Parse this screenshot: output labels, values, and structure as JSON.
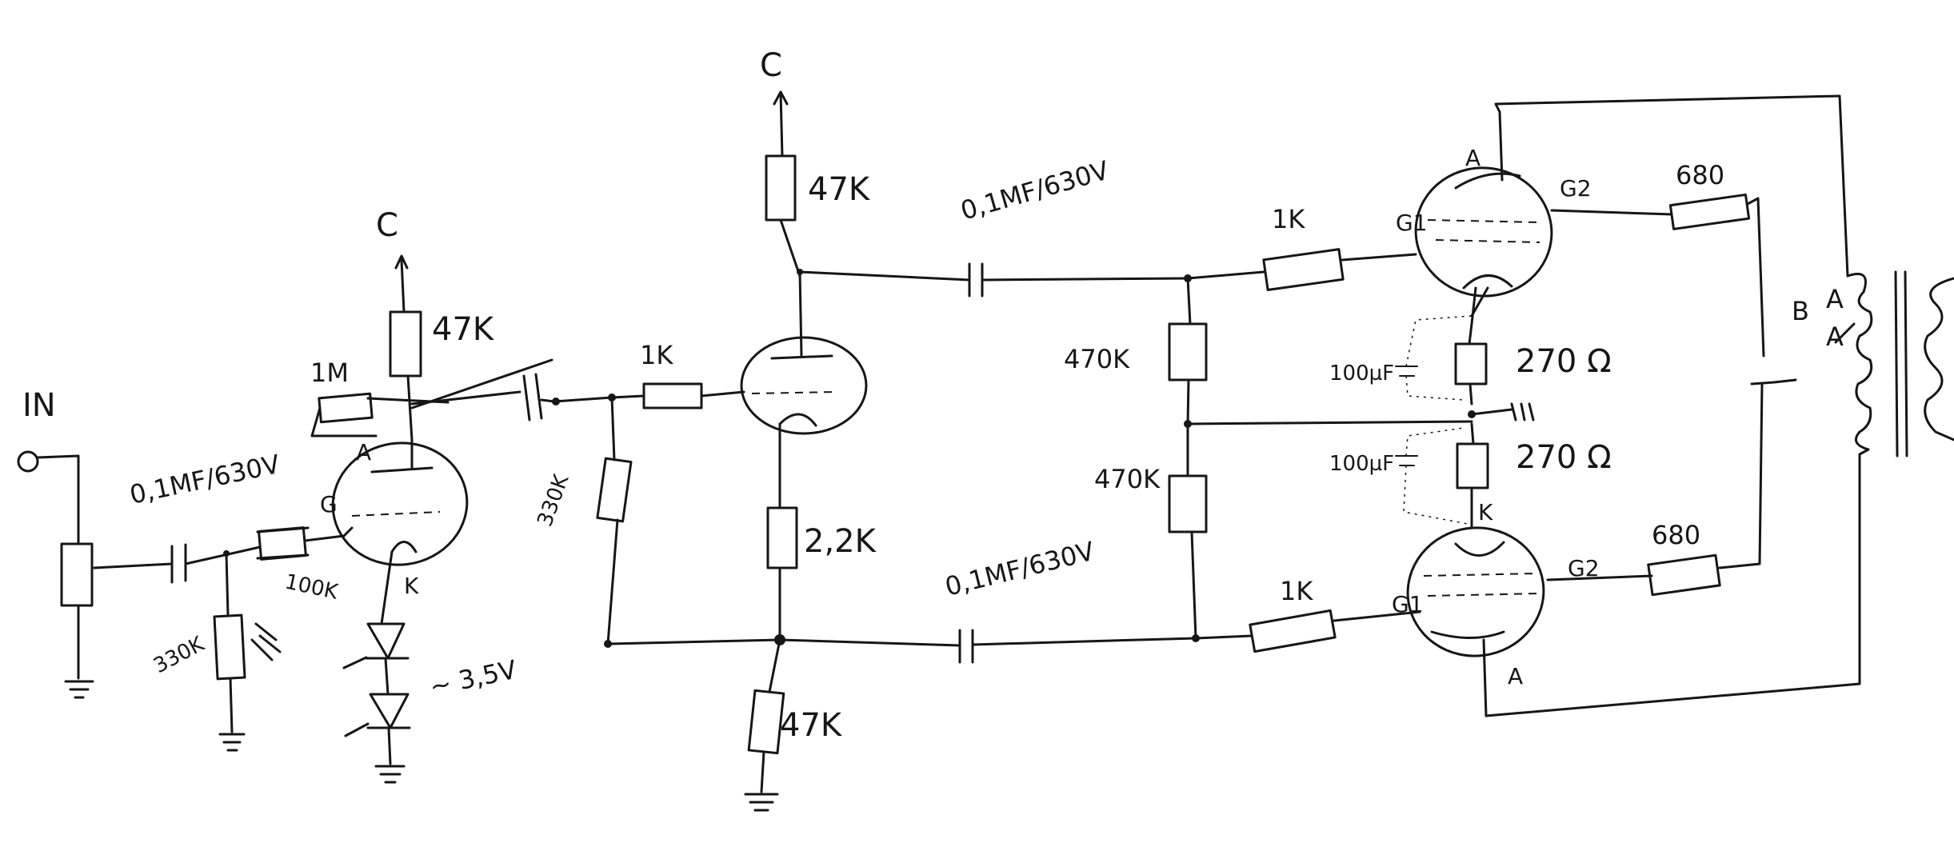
{
  "input_label": "IN",
  "supply_labels": [
    "C",
    "C"
  ],
  "stage1": {
    "input_cap": "0,1MF/630V",
    "grid_stopper": "100K",
    "grid_leak": "330K",
    "feedback_res": "1M",
    "plate_load": "47K",
    "pins": {
      "anode": "A",
      "grid": "G",
      "cathode": "K"
    },
    "cathode_bias": "~ 3,5V"
  },
  "stage2": {
    "grid_stopper": "1K",
    "grid_leak": "330K",
    "plate_load": "47K",
    "cathode_res": "2,2K",
    "tail_res": "47K"
  },
  "coupling": {
    "upper_cap": "0,1MF/630V",
    "lower_cap": "0,1MF/630V",
    "upper_grid_res": "470K",
    "lower_grid_res": "470K"
  },
  "output": {
    "upper_grid_stopper": "1K",
    "lower_grid_stopper": "1K",
    "upper_screen_res": "680",
    "lower_screen_res": "680",
    "upper_cathode_res": "270 Ω",
    "lower_cathode_res": "270 Ω",
    "upper_cathode_cap": "100µF",
    "lower_cathode_cap": "100µF",
    "pins": {
      "anode": "A",
      "grid1": "G1",
      "grid2": "G2",
      "cathode": "K"
    },
    "transformer_taps": [
      "B",
      "A",
      "A"
    ]
  }
}
